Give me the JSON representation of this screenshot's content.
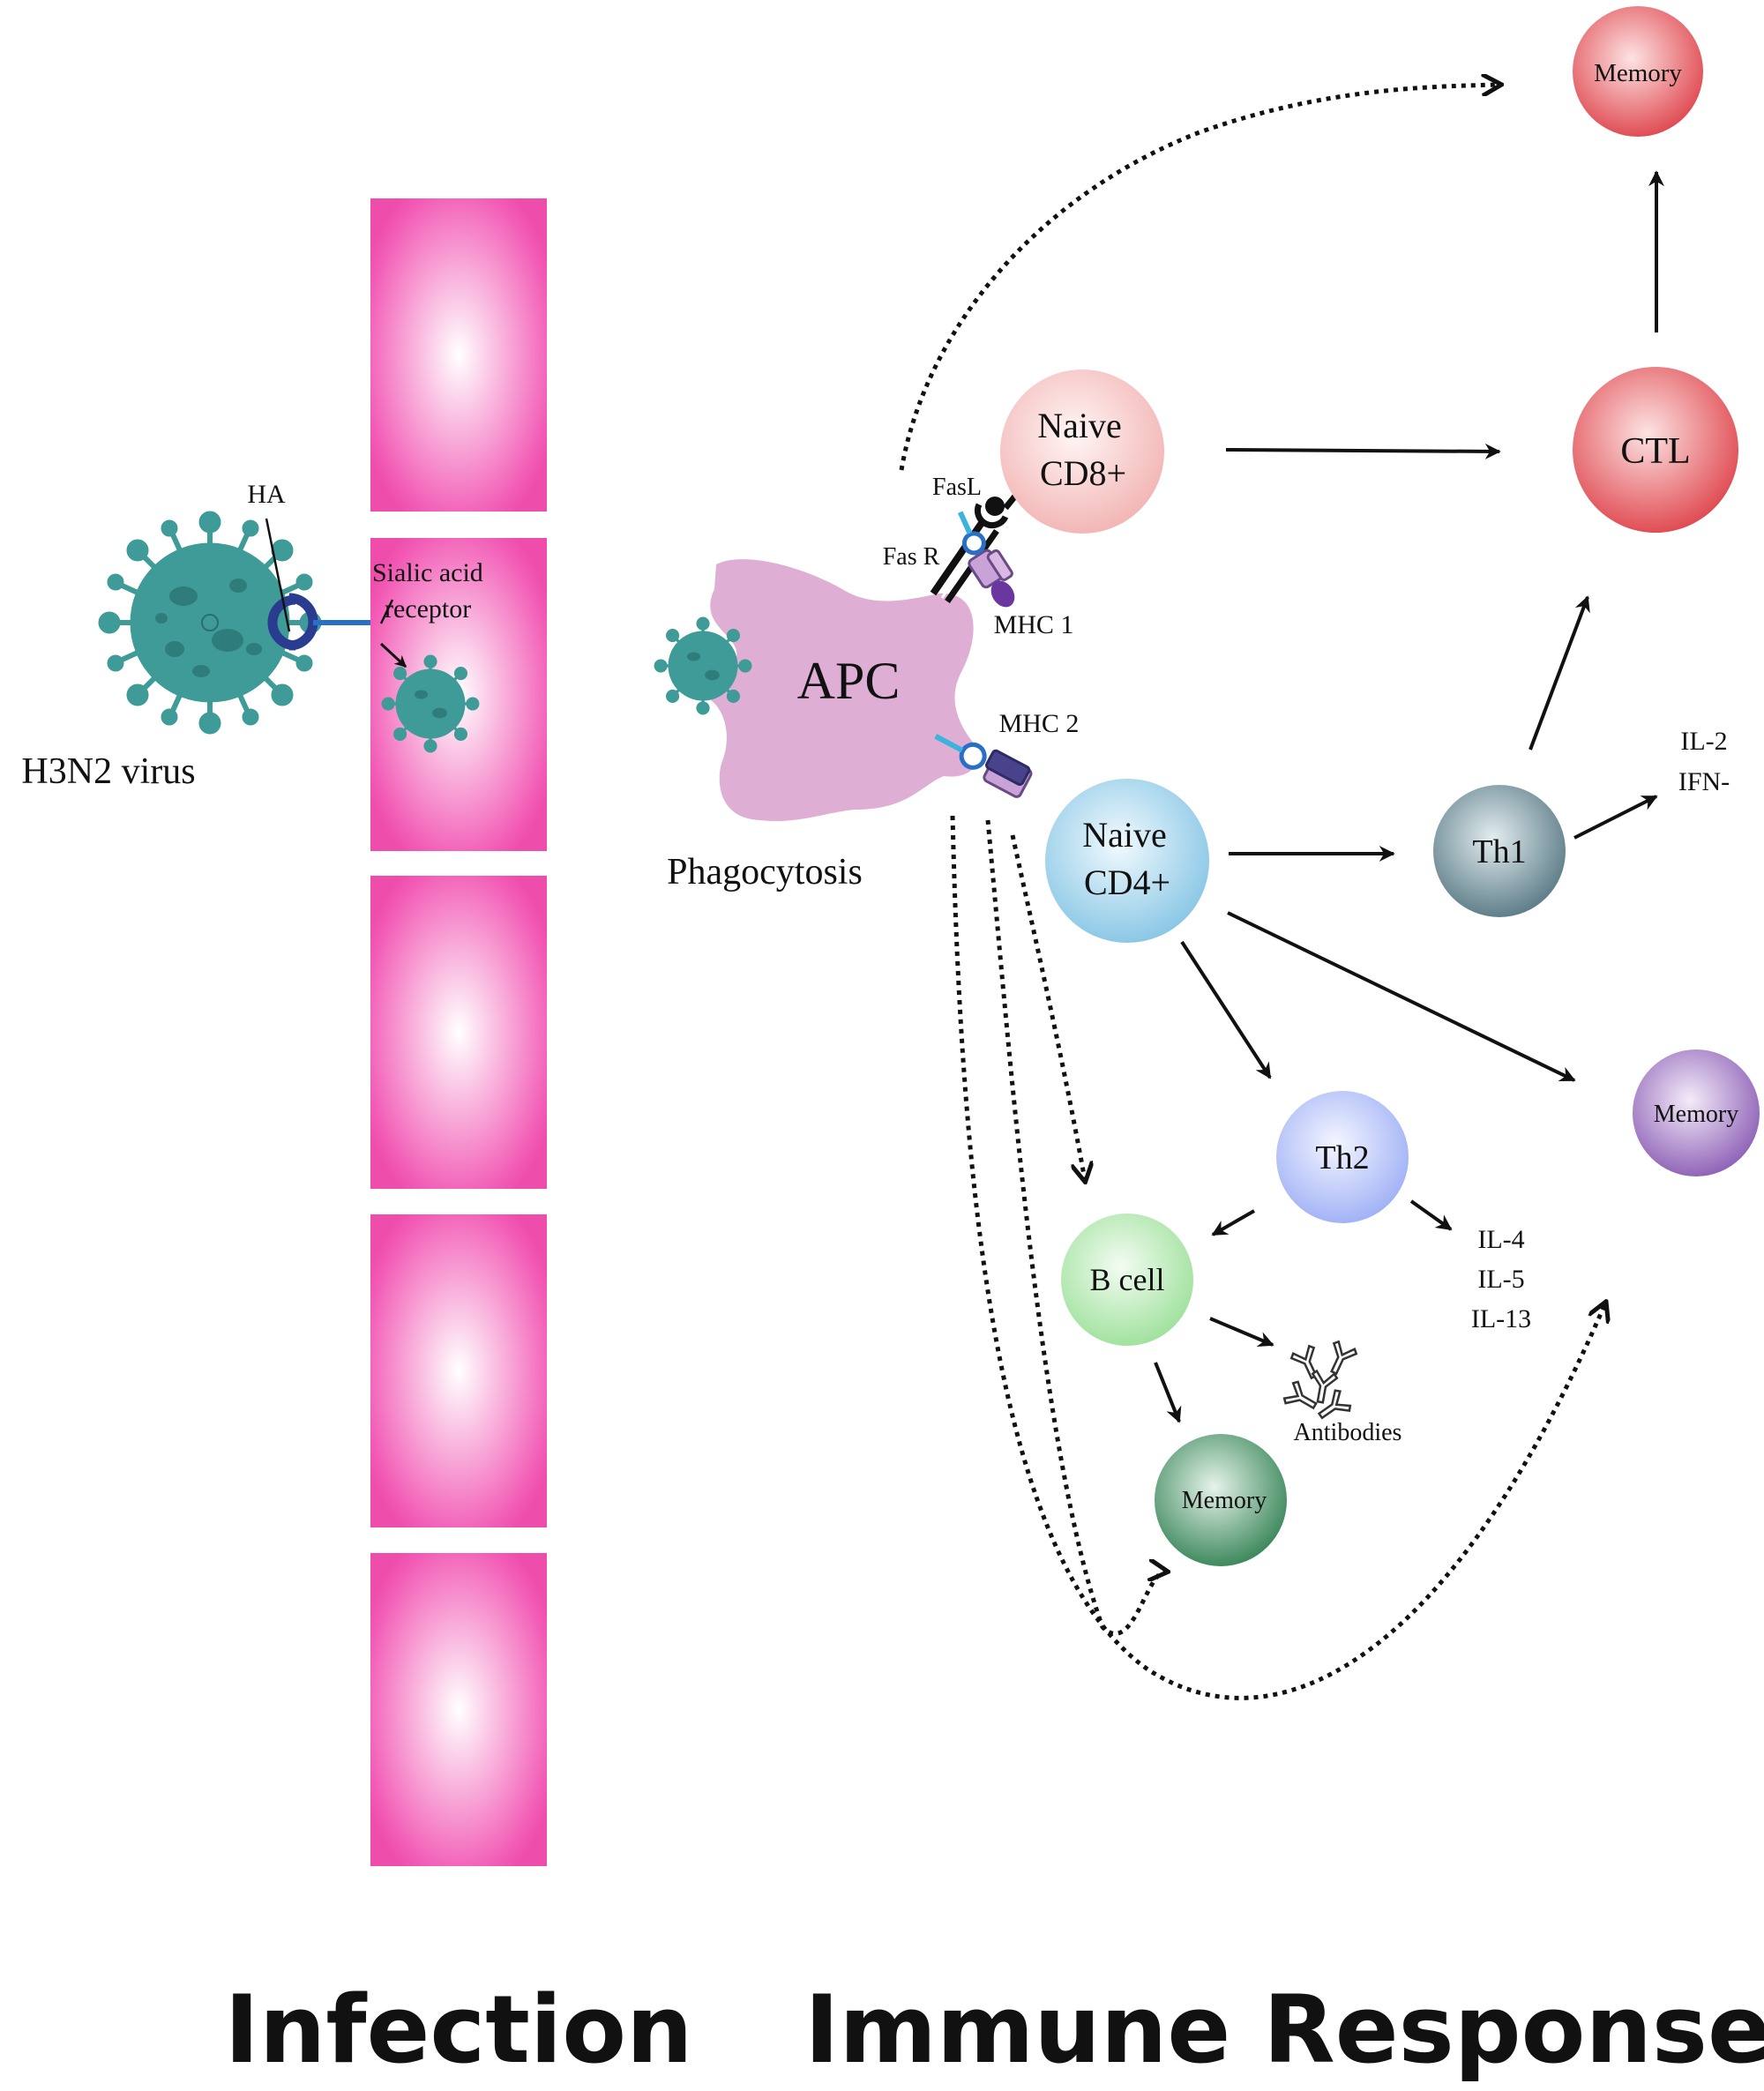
{
  "labels": {
    "ha": "HA",
    "virus": "H3N2 virus",
    "sialic_line1": "Sialic acid",
    "sialic_line2": "receptor",
    "apc": "APC",
    "phagocytosis": "Phagocytosis",
    "fasl": "FasL",
    "fasr": "Fas R",
    "mhc1": "MHC 1",
    "mhc2": "MHC 2",
    "il2": "IL-2",
    "ifn": "IFN-",
    "il4": "IL-4",
    "il5": "IL-5",
    "il13": "IL-13",
    "antibodies": "Antibodies"
  },
  "cells": {
    "memory_red": "Memory",
    "cd8_line1": "Naive",
    "cd8_line2": "CD8+",
    "ctl": "CTL",
    "cd4_line1": "Naive",
    "cd4_line2": "CD4+",
    "th1": "Th1",
    "memory_purple": "Memory",
    "th2": "Th2",
    "bcell": "B cell",
    "memory_green": "Memory"
  },
  "sections": {
    "infection": "Infection",
    "immune_response": "Immune Response"
  },
  "colors": {
    "epithelium": "#f25ab5",
    "virus": "#3f9b97",
    "apc": "#deaed5",
    "ctl": "#e45f63",
    "naive_cd8": "#f4c9c8",
    "naive_cd4": "#a9d6ec",
    "th1": "#75939d",
    "th2": "#b8c6f8",
    "bcell": "#b9ecb7",
    "memory_green": "#4f9a6c",
    "memory_purple": "#a47bc4"
  }
}
